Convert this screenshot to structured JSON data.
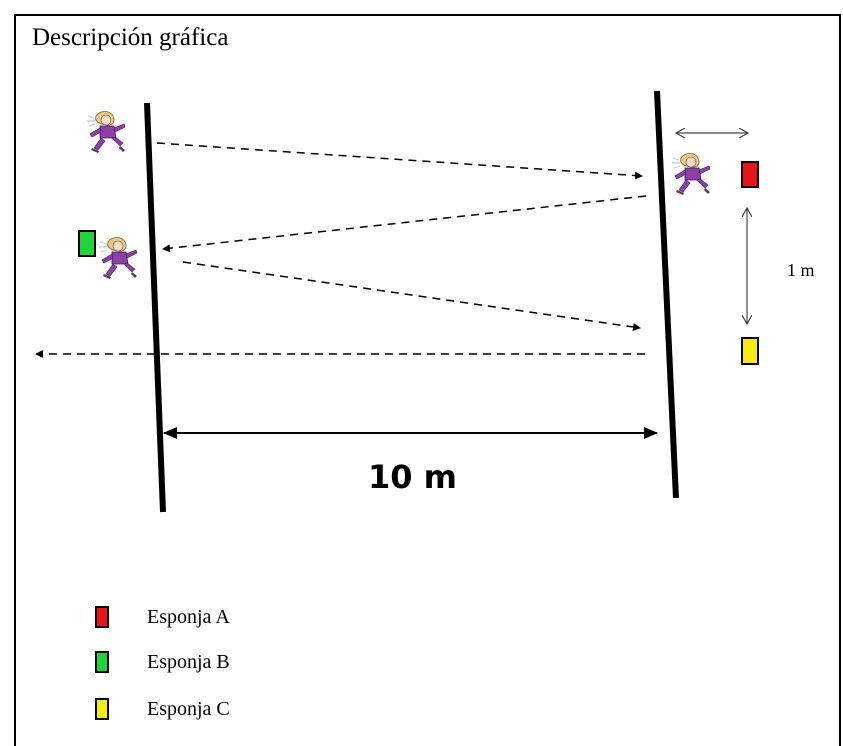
{
  "title": "Descripción gráfica",
  "distance_label": "10 m",
  "spacing_label": "1 m",
  "colors": {
    "sponge_a": "#e8141b",
    "sponge_b": "#1fd43a",
    "sponge_c": "#f5ec0f",
    "runner": "#8e3fa8",
    "hair": "#e7c98a"
  },
  "legend": [
    {
      "label": "Esponja A",
      "color": "#e8141b"
    },
    {
      "label": "Esponja B",
      "color": "#1fd43a"
    },
    {
      "label": "Esponja C",
      "color": "#f5ec0f"
    }
  ],
  "icons": [
    "runner-icon",
    "sponge-icon"
  ]
}
